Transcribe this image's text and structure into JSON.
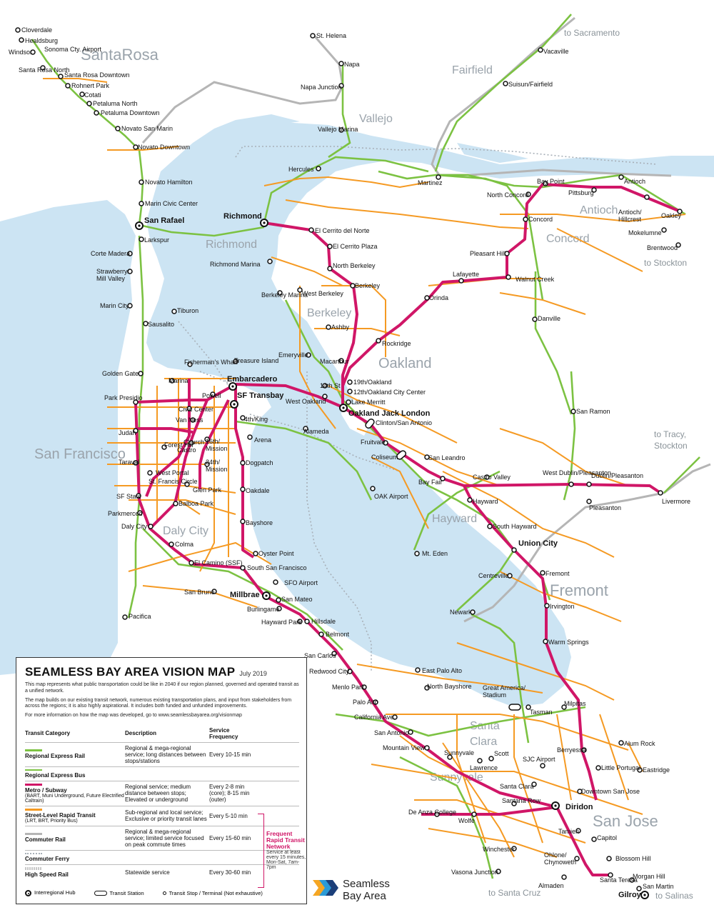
{
  "map": {
    "title": "SEAMLESS BAY AREA VISION MAP",
    "date": "July 2019",
    "colors": {
      "water": "#cce4f3",
      "regional_rail": "#7cc242",
      "metro": "#d01667",
      "street_rapid": "#f59a23",
      "commuter_rail": "#b5b5b5",
      "ferry": "#a8b0b8"
    },
    "regions": [
      "SantaRosa",
      "Fairfield",
      "Vallejo",
      "Richmond",
      "Antioch",
      "Concord",
      "Berkeley",
      "Oakland",
      "San Francisco",
      "Hayward",
      "Daly City",
      "Fremont",
      "Santa Clara",
      "Sunnyvale",
      "San Jose"
    ],
    "destinations": [
      "to Sacramento",
      "to Stockton",
      "to Tracy, Stockton",
      "to Santa Cruz",
      "to Salinas"
    ],
    "stations": [
      "Cloverdale",
      "Healdsburg",
      "Windsor",
      "Sonoma Cty. Airport",
      "Santa Rosa North",
      "Santa Rosa Downtown",
      "Rohnert Park",
      "Cotati",
      "Petaluma North",
      "Petaluma Downtown",
      "Novato San Marin",
      "Novato Downtown",
      "Novato Hamilton",
      "Marin Civic Center",
      "San Rafael",
      "Larkspur",
      "Corte Madera",
      "Strawberry/ Mill Valley",
      "Marin City",
      "Sausalito",
      "Tiburon",
      "Golden Gate",
      "St. Helena",
      "Napa",
      "Napa Junction",
      "Vallejo Marina",
      "Vacaville",
      "Suisun/Fairfield",
      "Hercules",
      "Martinez",
      "North Concord",
      "Bay Point",
      "Pittsburg",
      "Antioch",
      "Antioch/ Hillcrest",
      "Oakley",
      "Mokelumne",
      "Brentwood",
      "Concord",
      "Pleasant Hill",
      "Walnut Creek",
      "Lafayette",
      "Orinda",
      "Danville",
      "San Ramon",
      "Richmond",
      "El Cerrito del Norte",
      "El Cerrito Plaza",
      "North Berkeley",
      "Berkeley",
      "Richmond Marina",
      "Berkeley Marina",
      "West Berkeley",
      "Ashby",
      "Rockridge",
      "Emeryville",
      "Macarthur",
      "19th/Oakland",
      "12th/Oakland City Center",
      "14th St",
      "Lake Merritt",
      "Oakland Jack London",
      "Clinton/San Antonio",
      "West Oakland",
      "Alameda",
      "Fruitvale",
      "Coliseum",
      "OAK Airport",
      "San Leandro",
      "Bay Fair",
      "Castro Valley",
      "Hayward",
      "South Hayward",
      "West Dublin/Pleasanton",
      "Dublin/Pleasanton",
      "Pleasanton",
      "Livermore",
      "Union City",
      "Mt. Eden",
      "Centreville",
      "Fremont",
      "Irvington",
      "Newark",
      "Warm Springs",
      "Treasure Island",
      "Fisherman's Wharf",
      "Embarcadero",
      "SF Transbay",
      "Marina",
      "Powell",
      "Civic Center",
      "Van Ness",
      "Park Presidio",
      "Judah",
      "4th/King",
      "Church",
      "Castro",
      "16th/ Mission",
      "Arena",
      "Forest Hill",
      "24th/ Mission",
      "Taraval",
      "West Portal",
      "St. Francis Circle",
      "Dogpatch",
      "Glen Park",
      "Oakdale",
      "SF State",
      "Balboa Park",
      "Bayshore",
      "Parkmerced",
      "Daly City",
      "Colma",
      "Oyster Point",
      "El Camino (SSF)",
      "South San Francisco",
      "SFO Airport",
      "San Bruno",
      "Millbrae",
      "San Mateo",
      "Burlingame",
      "Hayward Park",
      "Hillsdale",
      "Pacifica",
      "Belmont",
      "San Carlos",
      "Redwood City",
      "East Palo Alto",
      "Menlo Park",
      "North Bayshore",
      "Palo Alto",
      "Great America/ Stadium",
      "California Ave.",
      "Tasman",
      "Milpitas",
      "San Antonio",
      "Mountain View",
      "Sunnyvale",
      "Scott",
      "Lawrence",
      "SJC Airport",
      "Alum Rock",
      "Berryessa",
      "Little Portugal",
      "Eastridge",
      "Santa Clara",
      "Downtown San Jose",
      "De Anza College",
      "Santana Row",
      "Diridon",
      "Wolfe",
      "Tamien",
      "Capitol",
      "Winchester",
      "Blossom Hill",
      "Ohlone/ Chynoweth",
      "Vasona Junction",
      "Almaden",
      "Santa Teresa",
      "Morgan Hill",
      "San Martin",
      "Gilroy"
    ]
  },
  "legend": {
    "title": "SEAMLESS BAY AREA VISION MAP",
    "date": "July 2019",
    "intro": "This map represents what public transportation could be like in 2040 if our region planned, governed and operated transit as a unified network.",
    "body": "The map builds on our existing transit network, numerous existing transportation plans, and input from stakeholders from across the regions; it is also highly aspirational.  It includes both funded and unfunded improvements.",
    "more": "For more information on how the map was developed, go to www.seamlessbayarea.org/visionmap",
    "headers": {
      "category": "Transit Category",
      "description": "Description",
      "frequency": "Service Frequency"
    },
    "rows": [
      {
        "name": "Regional Express Rail",
        "sub": "",
        "desc": "Regional & mega-regional service; long distances between stops/stations",
        "freq": "Every 10-15 min",
        "color": "#7cc242",
        "style": "solid"
      },
      {
        "name": "Regional Express Bus",
        "sub": "",
        "desc": "",
        "freq": "",
        "color": "#7cc242",
        "style": "thin"
      },
      {
        "name": "Metro / Subway",
        "sub": "(BART, Muni Underground, Future Electrified Caltrain)",
        "desc": "Regional service; medium distance between stops; Elevated or underground",
        "freq": "Every 2-8 min (core); 8-15 min (outer)",
        "color": "#d01667",
        "style": "solid"
      },
      {
        "name": "Street-Level Rapid Transit",
        "sub": "(LRT, BRT, Priority Bus)",
        "desc": "Sub-regional and local service; Exclusive or priority transit lanes",
        "freq": "Every 5-10 min",
        "color": "#f59a23",
        "style": "solid"
      },
      {
        "name": "Commuter Rail",
        "sub": "",
        "desc": "Regional & mega-regional service; limited service focused on peak commute times",
        "freq": "Every 15-60 min",
        "color": "#b5b5b5",
        "style": "solid"
      },
      {
        "name": "Commuter Ferry",
        "sub": "",
        "desc": "",
        "freq": "",
        "color": "#a8b0b8",
        "style": "dotted"
      },
      {
        "name": "High Speed Rail",
        "sub": "",
        "desc": "Statewide service",
        "freq": "Every 30-60 min",
        "color": "#c8c8c8",
        "style": "hsr"
      }
    ],
    "frequent_network_title": "Frequent Rapid Transit Network",
    "frequent_network_text": "Service at least every 15 minutes, Mon-Sat, 7am-7pm",
    "symbols": {
      "hub": "Interregional Hub",
      "station": "Transit Station",
      "stop": "Transit Stop / Terminal (Not exhaustive)"
    }
  },
  "logo": {
    "line1": "Seamless",
    "line2": "Bay Area",
    "colors": [
      "#f5a623",
      "#2b9bd7",
      "#1b3f7a"
    ]
  }
}
